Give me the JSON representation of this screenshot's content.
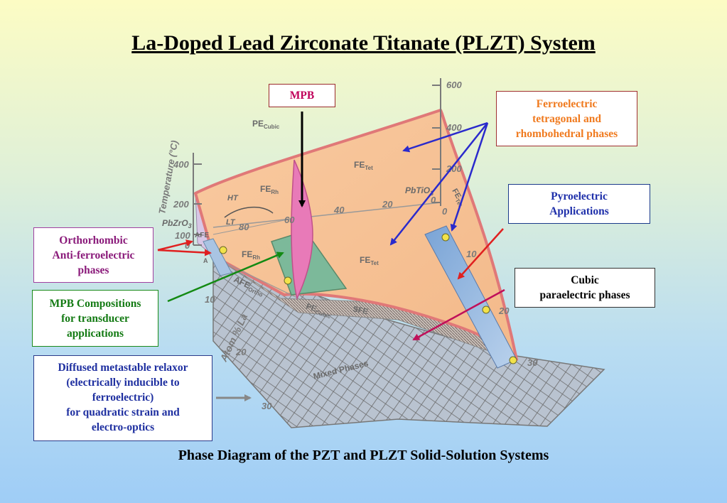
{
  "title": "La-Doped Lead Zirconate Titanate (PLZT) System",
  "caption": "Phase Diagram of the PZT and PLZT Solid-Solution Systems",
  "boxes": {
    "mpb": {
      "lines": [
        "MPB"
      ],
      "color": "#c0005a",
      "border": "#9a2a2a"
    },
    "ferroelectric": {
      "lines": [
        "Ferroelectric",
        "tetragonal and",
        "rhombohedral phases"
      ],
      "color": "#f07a1e",
      "border": "#a03030"
    },
    "pyroelectric": {
      "lines": [
        "Pyroelectric",
        "Applications"
      ],
      "color": "#1e2faa",
      "border": "#1a3a8a"
    },
    "cubic": {
      "lines": [
        "Cubic",
        "paraelectric phases"
      ],
      "color": "#000000",
      "border": "#333333"
    },
    "orthorhombic": {
      "lines": [
        "Orthorhombic",
        "Anti-ferroelectric",
        "phases"
      ],
      "color": "#8a1a7a",
      "border": "#a040a0"
    },
    "mpb_compositions": {
      "lines": [
        "MPB Compositions",
        "for transducer",
        "applications"
      ],
      "color": "#137a13",
      "border": "#1a8a1a"
    },
    "relaxor": {
      "lines": [
        "Diffused metastable relaxor",
        "(electrically inducible to",
        "ferroelectric)",
        "for quadratic strain and",
        "electro-optics"
      ],
      "color": "#1e2fa0",
      "border": "#2a3a8a"
    }
  },
  "diagram_labels": {
    "temperature_axis": "Temperature (°C)",
    "la_axis": "Atom % La",
    "t_ticks_left": [
      "400",
      "200",
      "100",
      "0"
    ],
    "t_ticks_right": [
      "600",
      "400",
      "200",
      "0"
    ],
    "la_ticks_left": [
      "10",
      "20",
      "30"
    ],
    "la_ticks_right": [
      "10",
      "20",
      "30"
    ],
    "comp_ticks": [
      "80",
      "60",
      "40",
      "20",
      "0"
    ],
    "pe_cubic_top": "PE",
    "pe_cubic_top_sub": "Cubic",
    "pe_cubic_bottom": "PE",
    "pe_cubic_bottom_sub": "Cubic",
    "fe_tet_top": "FE",
    "fe_tet_top_sub": "Tet",
    "fe_tet_mid": "FE",
    "fe_tet_mid_sub": "Tet",
    "fe_tet_right": "FE",
    "fe_tet_right_sub": "Tet",
    "fe_rh_top": "FE",
    "fe_rh_top_sub": "Rh",
    "fe_rh_low": "FE",
    "fe_rh_low_sub": "Rh",
    "ht": "HT",
    "lt": "LT",
    "afe": "AFE",
    "afe_ortho": "AFE",
    "afe_ortho_sub": "Ortho",
    "sfe": "SFE",
    "pbzro3": "PbZrO",
    "pbzro3_sub": "3",
    "pbtio3": "PbTiO",
    "pbtio3_sub": "3",
    "mixed_phases": "Mixed Phases",
    "corner_a": "A"
  },
  "colors": {
    "fe_surface": "#f7c49a",
    "fe_edge": "#e07878",
    "mpb_sheet": "#e87ab8",
    "mpb_base": "#7cb99a",
    "pyro_strip": "#8fb3dd",
    "axis": "#7a7a7a",
    "arrow_red": "#e02020",
    "arrow_blue": "#2a2acc",
    "arrow_green": "#138a13",
    "arrow_magenta": "#c0105a",
    "arrow_black": "#000000",
    "arrow_gray": "#888888"
  }
}
